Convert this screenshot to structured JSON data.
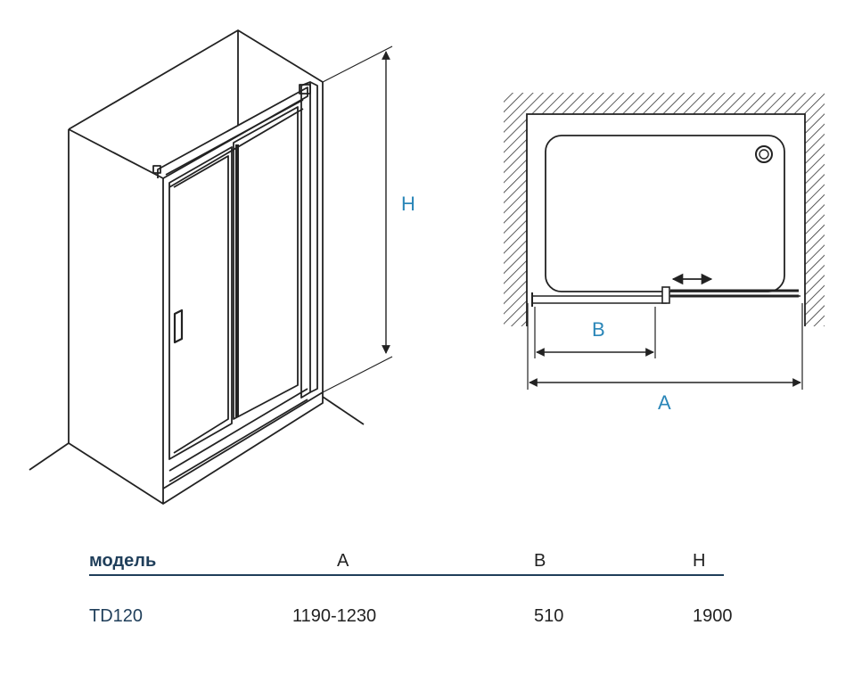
{
  "diagram": {
    "label_h": "H",
    "label_b": "B",
    "label_a": "A"
  },
  "table": {
    "headers": {
      "model": "модель",
      "a": "A",
      "b": "B",
      "h": "H"
    },
    "rows": [
      {
        "model": "TD120",
        "a": "1190-1230",
        "b": "510",
        "h": "1900"
      }
    ]
  },
  "colors": {
    "accent": "#2a86b8",
    "table_rule": "#1f3e5a",
    "line": "#222222"
  }
}
